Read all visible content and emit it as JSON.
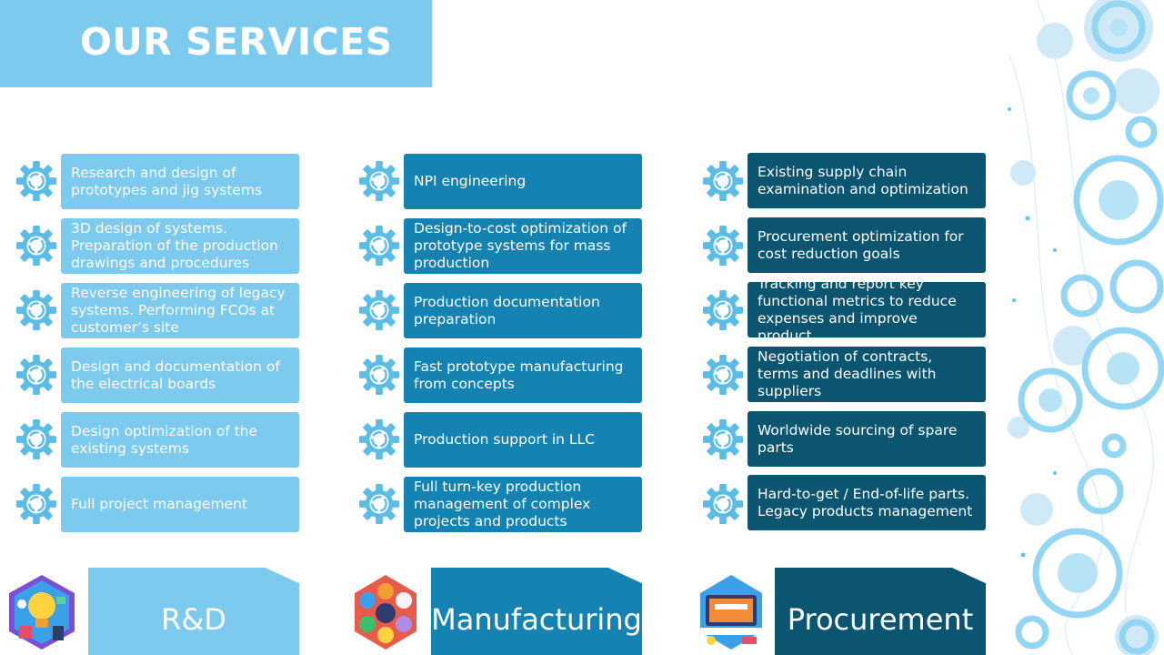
{
  "title": "OUR SERVICES",
  "colors": {
    "light": "#7ccbef",
    "medium": "#1583b1",
    "dark": "#0c5571"
  },
  "columns": [
    {
      "category": "R&D",
      "icon": "lightbulb-innovation-icon",
      "items": [
        "Research and design of prototypes and jig systems",
        "3D design of systems. Preparation of the production drawings and procedures",
        "Reverse engineering of legacy systems. Performing FCOs at customer’s site",
        "Design and documentation of the electrical boards",
        "Design optimization of the existing systems",
        "Full project management"
      ]
    },
    {
      "category": "Manufacturing",
      "icon": "manufacturing-hub-icon",
      "items": [
        "NPI engineering",
        "Design-to-cost optimization of prototype systems for mass production",
        "Production documentation preparation",
        "Fast prototype manufacturing from concepts",
        "Production support in LLC",
        "Full turn-key production management of complex projects and products"
      ]
    },
    {
      "category": "Procurement",
      "icon": "procurement-computer-icon",
      "items": [
        "Existing supply chain examination and optimization",
        "Procurement optimization for cost reduction goals",
        "Tracking and report key functional metrics to reduce expenses and improve product",
        "Negotiation of contracts, terms and deadlines with suppliers",
        "Worldwide sourcing of spare parts",
        "Hard-to-get / End-of-life parts. Legacy products management"
      ]
    }
  ]
}
